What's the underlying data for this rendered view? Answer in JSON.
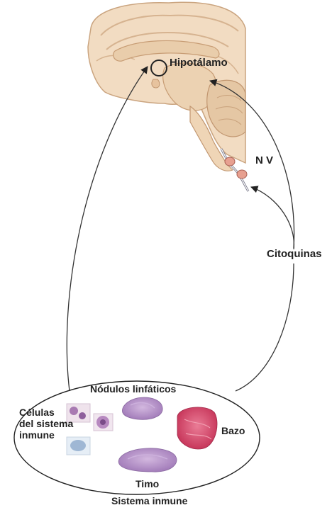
{
  "labels": {
    "hipotalamo": "Hipotálamo",
    "nervio": "N V",
    "citoquinas": "Citoquinas",
    "nodulos": "Nódulos linfáticos",
    "celulas": [
      "Células",
      "del sistema",
      "inmune"
    ],
    "bazo": "Bazo",
    "timo": "Timo",
    "sistema": "Sistema inmune"
  },
  "colors": {
    "brain_tissue": "#efd9bf",
    "brain_edge": "#c9a27c",
    "ganglion": "#e7a090",
    "lymph_tissue": "#b48ec6",
    "spleen_tissue": "#d64063",
    "arrow": "#333333"
  }
}
